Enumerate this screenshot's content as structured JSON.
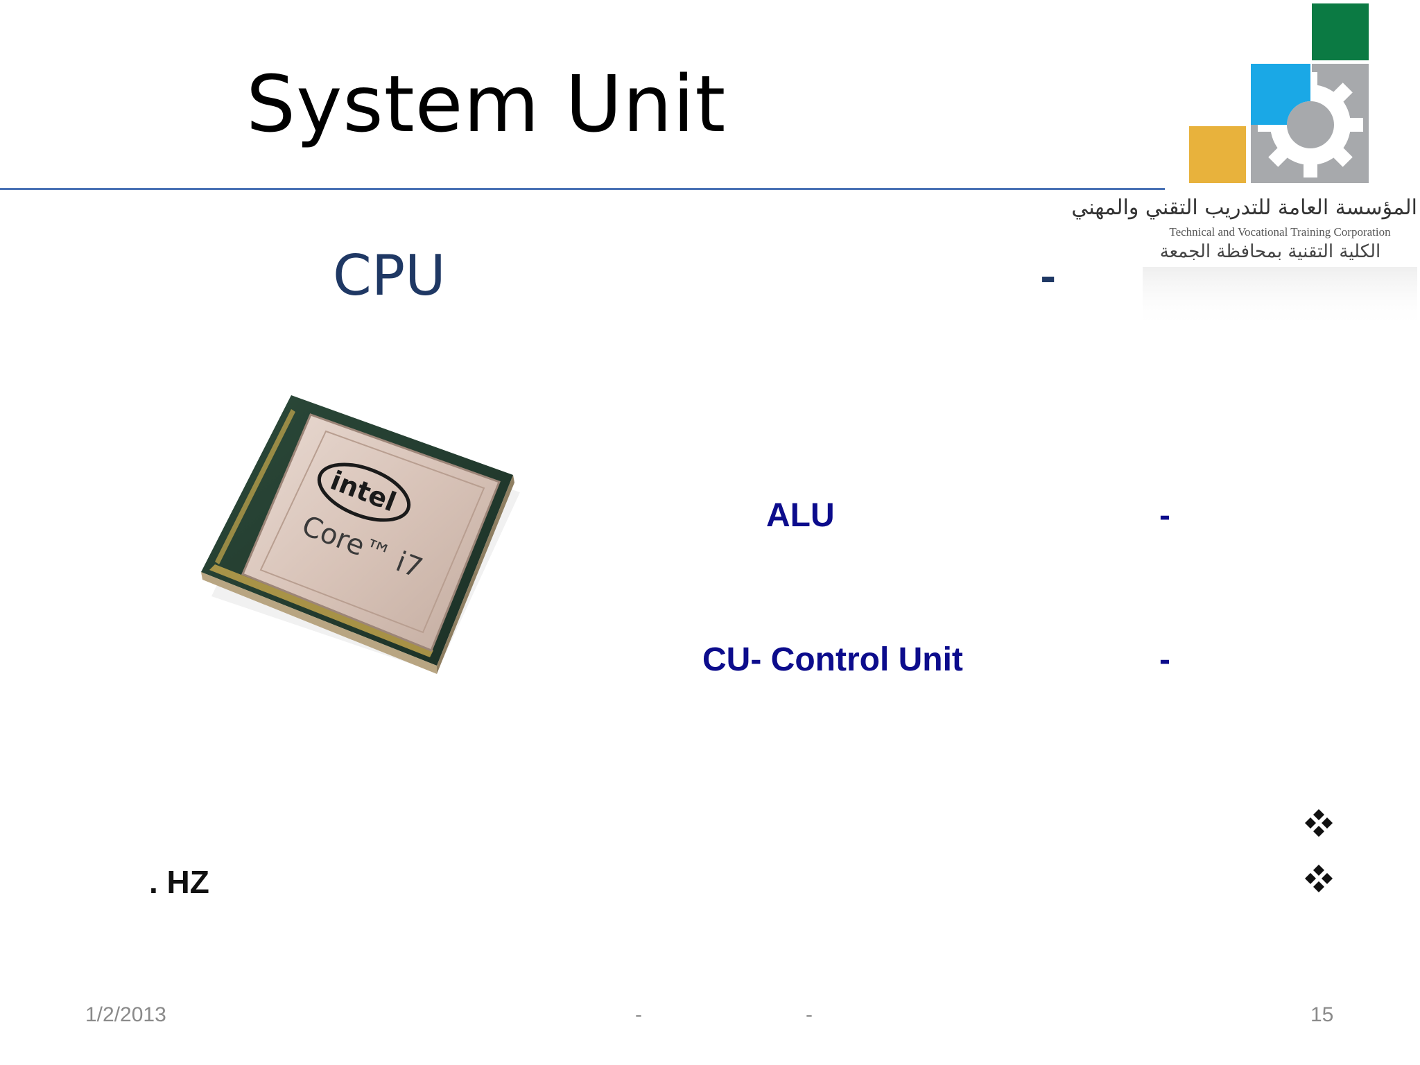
{
  "slide": {
    "title": "System Unit",
    "cpu_label": "CPU",
    "cpu_dash": "-",
    "alu_label": "ALU",
    "alu_dash": "-",
    "cu_label": "CU- Control Unit",
    "cu_dash": "-",
    "hz_text": ". HZ",
    "bullet_icon": "diamond-bullet-icon"
  },
  "logo": {
    "arabic_name": "المؤسسة العامة للتدريب التقني والمهني",
    "english_name": "Technical and Vocational Training Corporation",
    "arabic_college": "الكلية التقنية بمحافظة الجمعة",
    "colors": {
      "green": "#0b7a43",
      "blue": "#1aa8e6",
      "gray": "#a7a9ac",
      "gold": "#e8b23c"
    }
  },
  "image": {
    "chip_brand": "intel",
    "chip_model": "Core™ i7"
  },
  "footer": {
    "date": "1/2/2013",
    "dash1": "-",
    "dash2": "-",
    "page_number": "15"
  }
}
